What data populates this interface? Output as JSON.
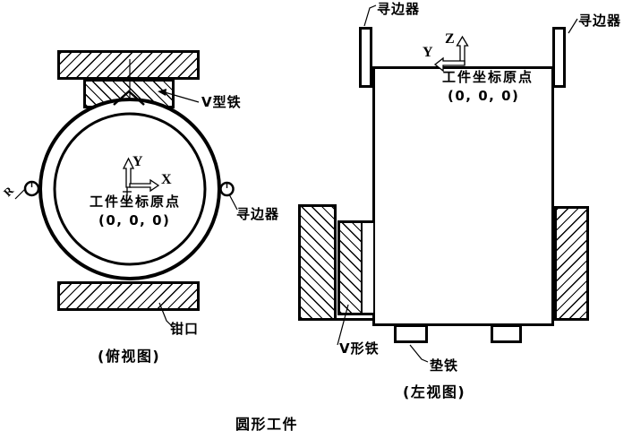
{
  "title": "圆形工件",
  "colors": {
    "line": "#000000",
    "background": "#ffffff"
  },
  "top_view": {
    "caption": "(俯视图)",
    "origin_label": "工件坐标原点",
    "origin_coords": "(0, 0, 0)",
    "axis_x": "X",
    "axis_y": "Y",
    "radius_label": "R",
    "v_block_label": "V型铁",
    "edge_finder_label": "寻边器",
    "jaw_label": "钳口"
  },
  "side_view": {
    "caption": "(左视图)",
    "origin_label": "工件坐标原点",
    "origin_coords": "(0, 0, 0)",
    "axis_z": "Z",
    "axis_y": "Y",
    "v_block_label": "V形铁",
    "pad_label": "垫铁",
    "edge_finder_left_label": "寻边器",
    "edge_finder_right_label": "寻边器"
  }
}
